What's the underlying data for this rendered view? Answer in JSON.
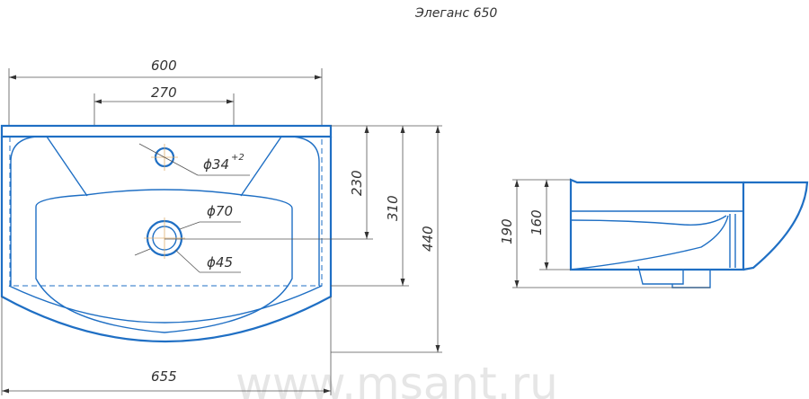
{
  "title": "Элеганс 650",
  "watermark": "www.msant.ru",
  "top_view": {
    "dim_width_top": "600",
    "dim_tap_spacing": "270",
    "dim_overall_width": "655",
    "dim_tap_hole": "ϕ34",
    "dim_tap_hole_tolerance": "+2",
    "dim_drain_outer": "ϕ70",
    "dim_drain_inner": "ϕ45",
    "dim_drain_depth": "230",
    "dim_bowl_depth": "310",
    "dim_overall_depth": "440"
  },
  "side_view": {
    "dim_overall_height": "190",
    "dim_bowl_height": "160"
  },
  "colors": {
    "outline": "#1f6fc4",
    "dimension": "#555555"
  }
}
